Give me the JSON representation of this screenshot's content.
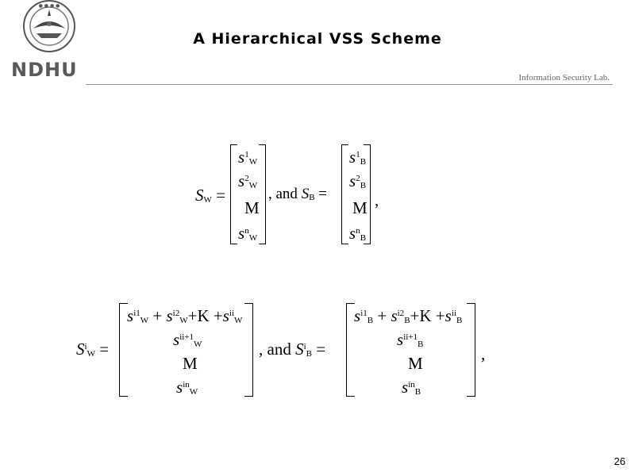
{
  "title": "A Hierarchical VSS Scheme",
  "logo_text": "NDHU",
  "lab": "Information Security Lab.",
  "page_number": "26",
  "eq1": {
    "lhs_w": "S",
    "lhs_w_sub": "W",
    "col_w": [
      "s",
      "s",
      "M",
      "s"
    ],
    "col_w_sup": [
      "1",
      "2",
      "",
      "n"
    ],
    "col_w_sub": [
      "W",
      "W",
      "",
      "W"
    ],
    "connector": ", and",
    "lhs_b": "S",
    "lhs_b_sub": "B",
    "col_b": [
      "s",
      "s",
      "M",
      "s"
    ],
    "col_b_sup": [
      "1",
      "2",
      "",
      "n"
    ],
    "col_b_sub": [
      "B",
      "B",
      "",
      "B"
    ],
    "trailing": ","
  },
  "eq2": {
    "lhs_w": "S",
    "lhs_w_sup": "i",
    "lhs_w_sub": "W",
    "row1_w": "s + s +K +s",
    "row1_w_sups": [
      "i1",
      "i2",
      "ii"
    ],
    "row2_w": "s",
    "row2_w_sup": "ii+1",
    "row3": "M",
    "row4_w": "s",
    "row4_w_sup": "in",
    "sub_w": "W",
    "connector": ", and",
    "lhs_b": "S",
    "lhs_b_sup": "i",
    "lhs_b_sub": "B",
    "sub_b": "B",
    "trailing": ","
  }
}
